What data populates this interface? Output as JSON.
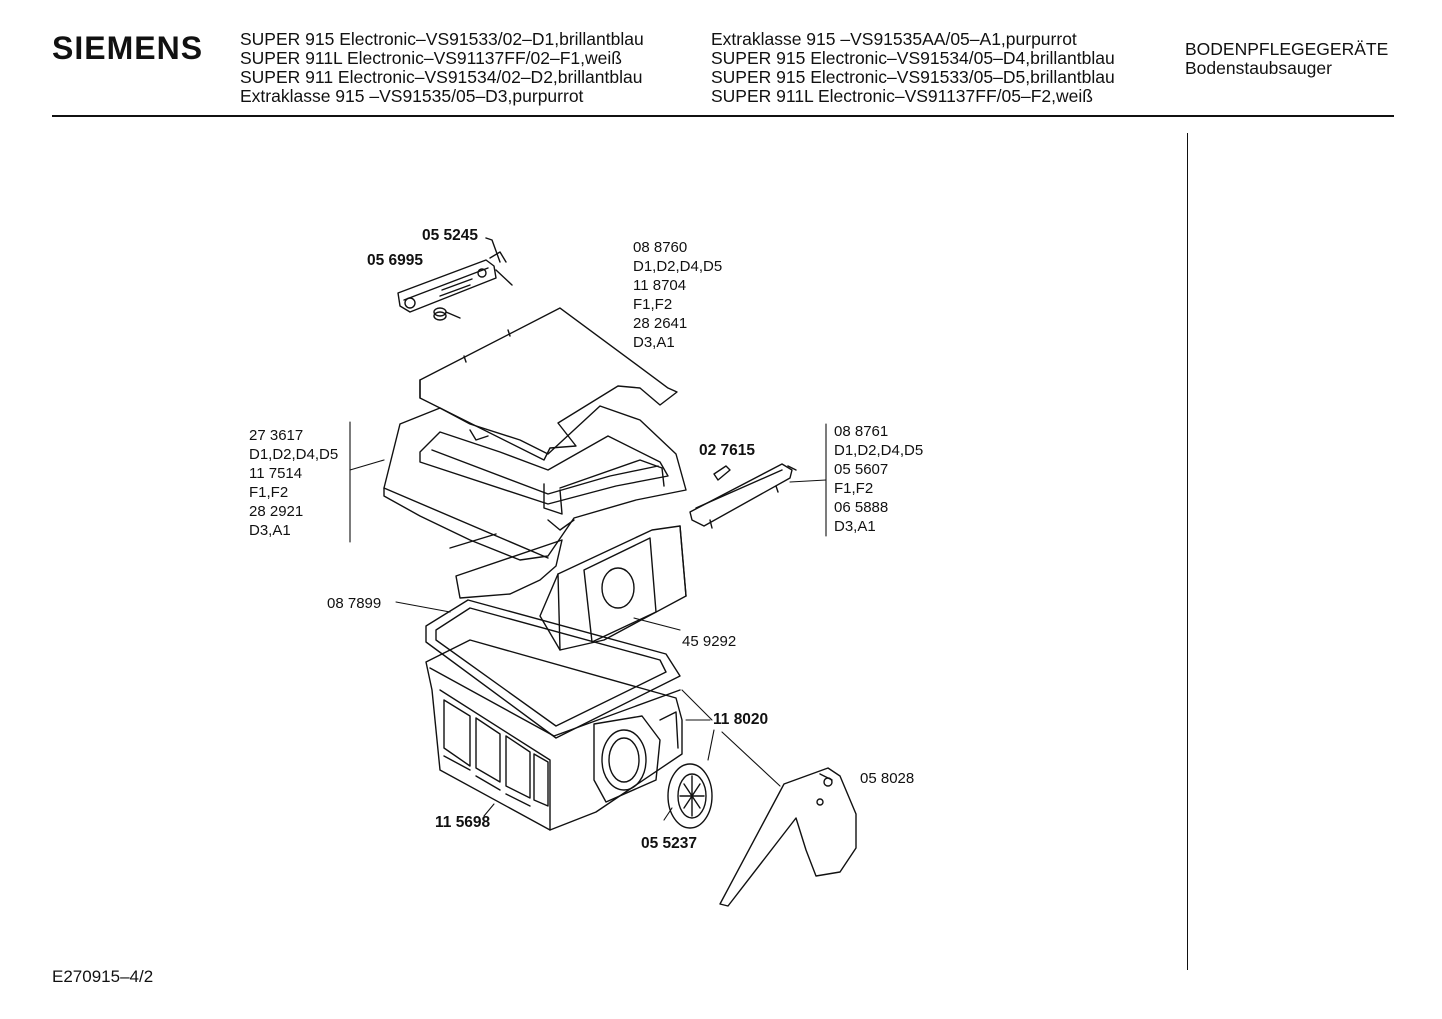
{
  "header": {
    "brand": "SIEMENS",
    "models_col1": [
      "SUPER 915 Electronic–VS91533/02–D1,brillantblau",
      "SUPER 911L Electronic–VS91137FF/02–F1,weiß",
      "SUPER 911 Electronic–VS91534/02–D2,brillantblau",
      "Extraklasse 915 –VS91535/05–D3,purpurrot"
    ],
    "models_col2": [
      "Extraklasse 915 –VS91535AA/05–A1,purpurrot",
      "SUPER 915 Electronic–VS91534/05–D4,brillantblau",
      "SUPER 915 Electronic–VS91533/05–D5,brillantblau",
      "SUPER 911L Electronic–VS91137FF/05–F2,weiß"
    ],
    "category": "BODENPFLEGEGERÄTE",
    "subcategory": "Bodenstaubsauger"
  },
  "parts": {
    "p055245": "05 5245",
    "p056995": "05 6995",
    "lid_group": [
      "08 8760",
      "D1,D2,D4,D5",
      "11 8704",
      "F1,F2",
      "28 2641",
      "D3,A1"
    ],
    "body_group": [
      "27 3617",
      "D1,D2,D4,D5",
      "11 7514",
      "F1,F2",
      "28 2921",
      "D3,A1"
    ],
    "p027615": "02 7615",
    "handle_group": [
      "08 8761",
      "D1,D2,D4,D5",
      "05 5607",
      "F1,F2",
      "06 5888",
      "D3,A1"
    ],
    "p087899": "08 7899",
    "p459292": "45 9292",
    "p118020": "11 8020",
    "p058028": "05 8028",
    "p115698": "11 5698",
    "p055237": "05 5237"
  },
  "footer": {
    "drawing_id": "E270915–4/2"
  },
  "colors": {
    "ink": "#111111",
    "background": "#ffffff"
  }
}
